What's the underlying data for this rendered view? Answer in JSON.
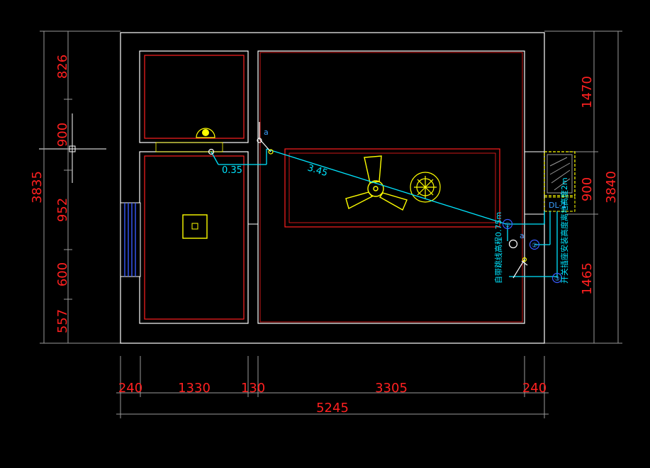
{
  "dimensions": {
    "left": [
      "826",
      "900",
      "952",
      "600",
      "557"
    ],
    "left_total": "3835",
    "right": [
      "1470",
      "900",
      "1465"
    ],
    "right_total": "3840",
    "bottom": [
      "240",
      "1330",
      "130",
      "3305",
      "240"
    ],
    "bottom_total": "5245"
  },
  "wire_labels": {
    "short_run": "0.35",
    "long_run": "3.45"
  },
  "panel_label": "DL-1",
  "switch_mark": "a",
  "switch_a_mark": "a",
  "circle_tags": [
    "①",
    "②",
    "③"
  ],
  "notes": {
    "note_1": "自带跳线高程0.75m",
    "note_2": "开关插座安装高度离地高度2m"
  },
  "colors": {
    "background": "#000000",
    "dimension_text": "#ff2020",
    "wall_lines": "#ffffff",
    "inner_outline": "#ff2020",
    "fixtures": "#ffff00",
    "wiring": "#00e5ff"
  }
}
